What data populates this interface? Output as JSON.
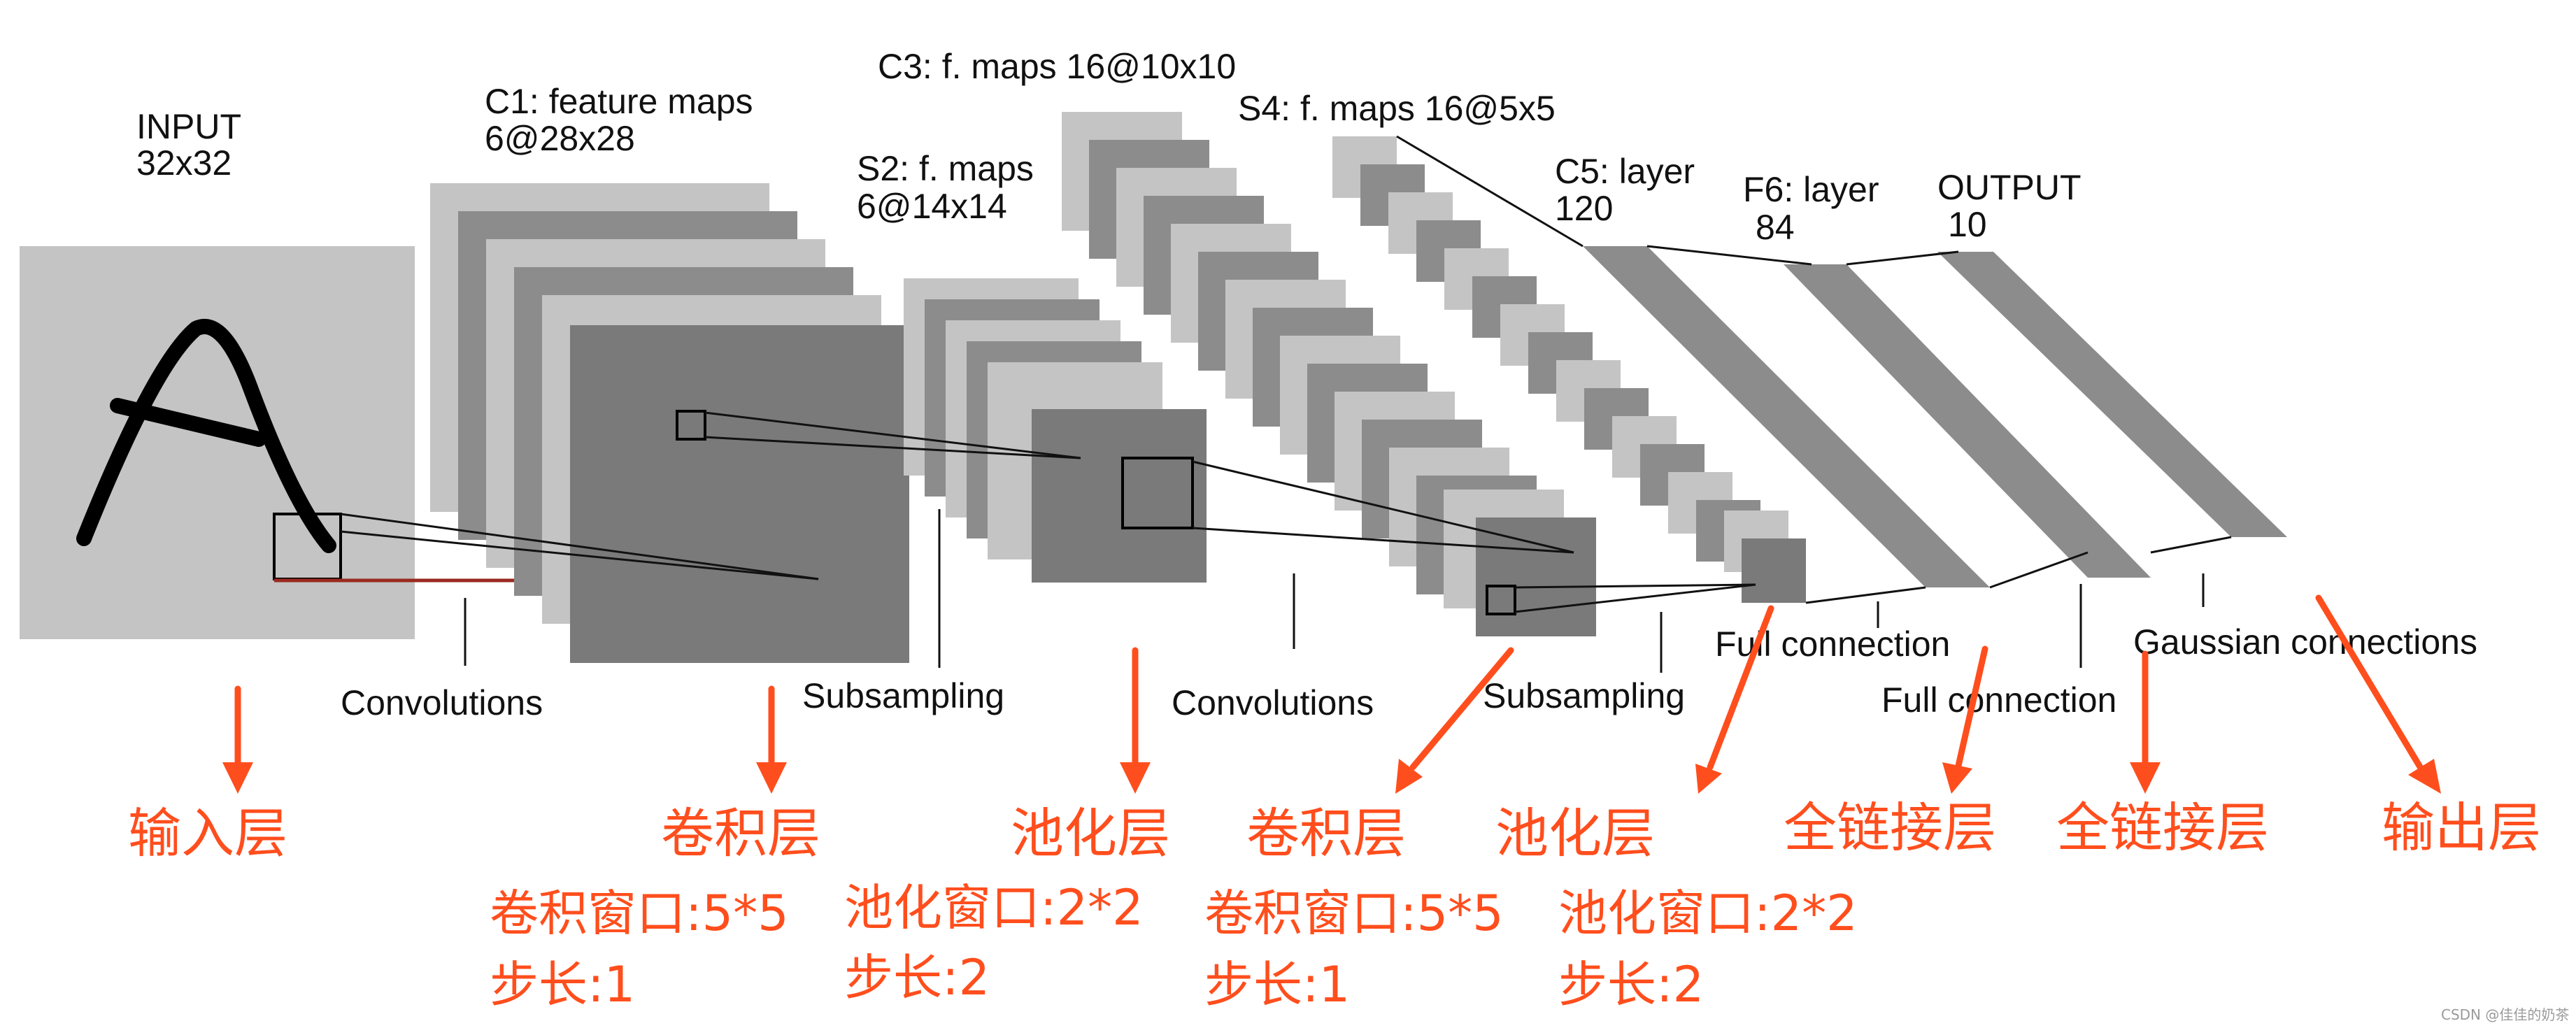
{
  "layers": {
    "input": [
      "INPUT",
      "32x32"
    ],
    "c1": [
      "C1: feature maps",
      "6@28x28"
    ],
    "s2": [
      "S2: f. maps",
      "6@14x14"
    ],
    "c3": [
      "C3: f. maps 16@10x10"
    ],
    "s4": [
      "S4: f. maps 16@5x5"
    ],
    "c5": [
      "C5: layer",
      "120"
    ],
    "f6": [
      "F6: layer",
      "84"
    ],
    "output": [
      "OUTPUT",
      "10"
    ]
  },
  "operations": {
    "conv1": "Convolutions",
    "sub1": "Subsampling",
    "conv2": "Convolutions",
    "sub2": "Subsampling",
    "full1": "Full connection",
    "full2": "Full connection",
    "gauss": "Gaussian connections"
  },
  "annotations": {
    "input_layer": "输入层",
    "conv_layer_1": "卷积层",
    "pool_layer_1": "池化层",
    "conv_layer_2": "卷积层",
    "pool_layer_2": "池化层",
    "fc_layer_1": "全链接层",
    "fc_layer_2": "全链接层",
    "output_layer": "输出层",
    "conv1_window": "卷积窗口:5*5",
    "conv1_stride": "步长:1",
    "pool1_window": "池化窗口:2*2",
    "pool1_stride": "步长:2",
    "conv2_window": "卷积窗口:5*5",
    "conv2_stride": "步长:1",
    "pool2_window": "池化窗口:2*2",
    "pool2_stride": "步长:2"
  },
  "watermark": "CSDN @佳佳的奶茶",
  "colors": {
    "light_gray": "#c4c4c4",
    "mid_gray": "#8c8c8c",
    "dark_gray": "#7a7a7a",
    "accent": "#ff4e1d",
    "line": "#111111"
  }
}
